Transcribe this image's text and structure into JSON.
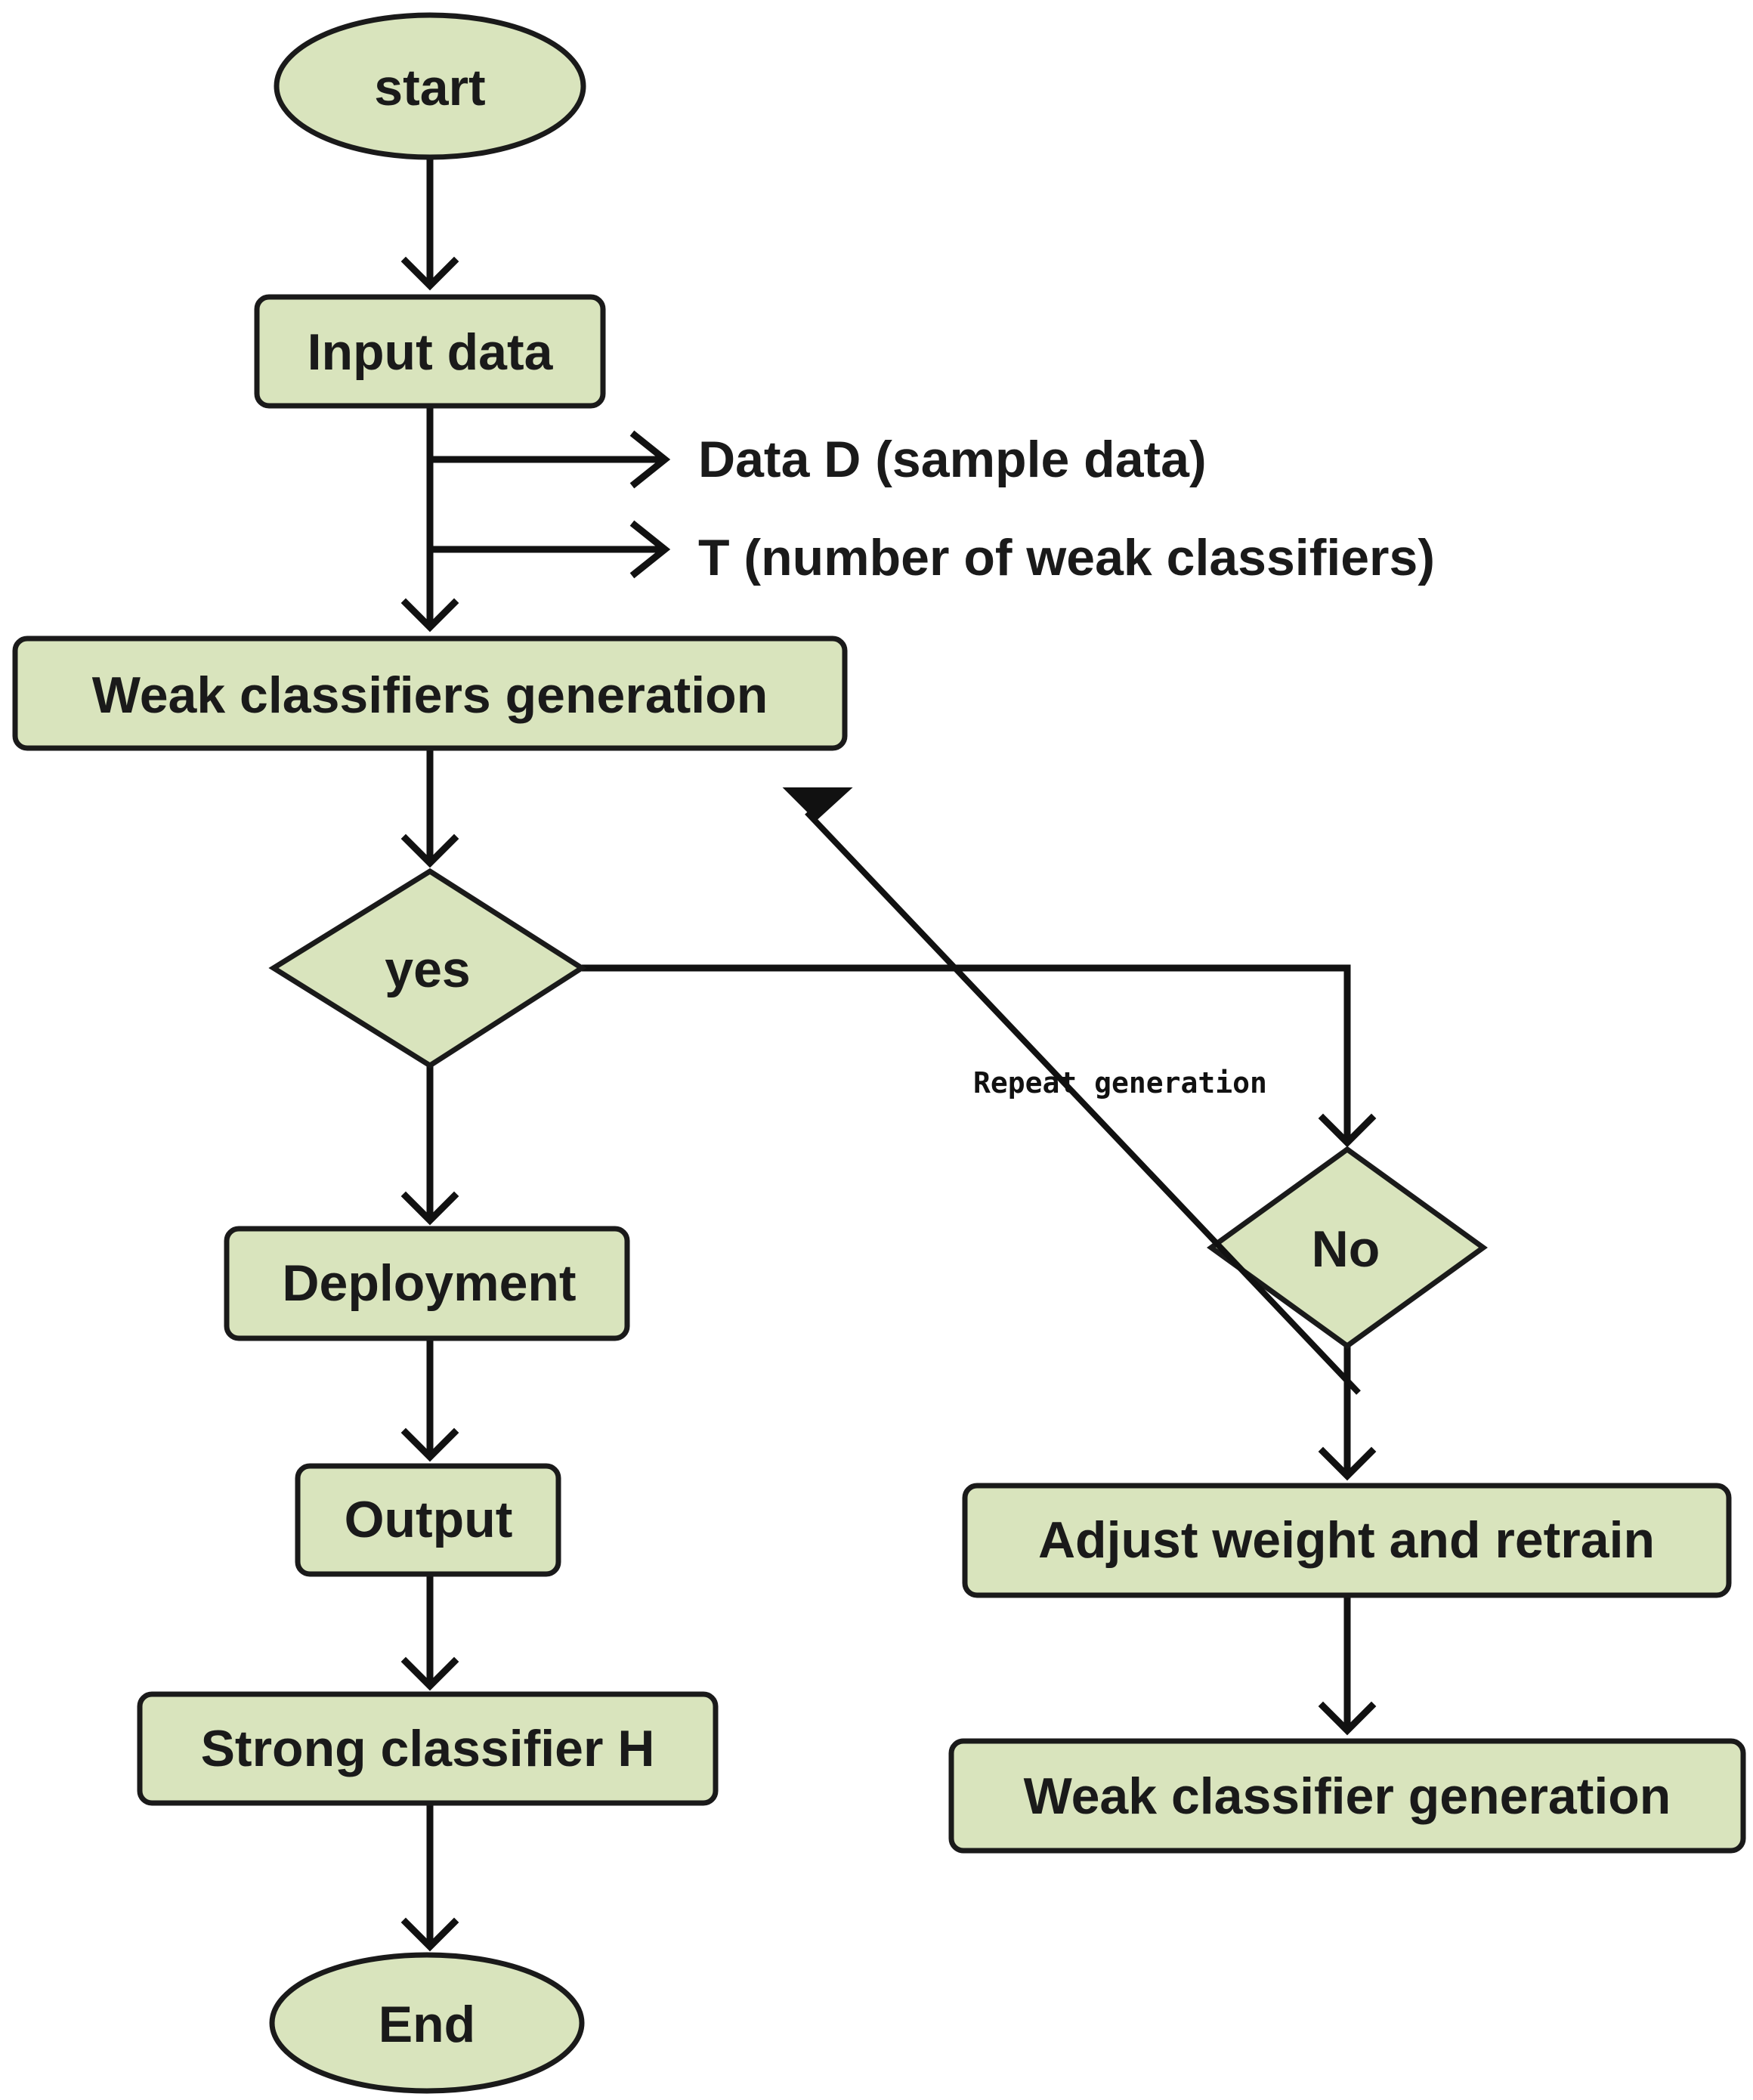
{
  "nodes": {
    "start": "start",
    "input_data": "Input data",
    "weak_classifiers_generation": "Weak classifiers generation",
    "decision_yes": "yes",
    "deployment": "Deployment",
    "output": "Output",
    "strong_classifier": "Strong classifier H",
    "end": "End",
    "decision_no": "No",
    "adjust_weight": "Adjust weight and retrain",
    "weak_classifier_generation": "Weak classifier generation"
  },
  "inputs": {
    "data_d": "Data D (sample data)",
    "t": "T (number of weak classifiers)"
  },
  "loop": {
    "label": "Repeat generation"
  },
  "colors": {
    "node_fill": "#d9e4bd",
    "stroke": "#1a1a1a"
  }
}
